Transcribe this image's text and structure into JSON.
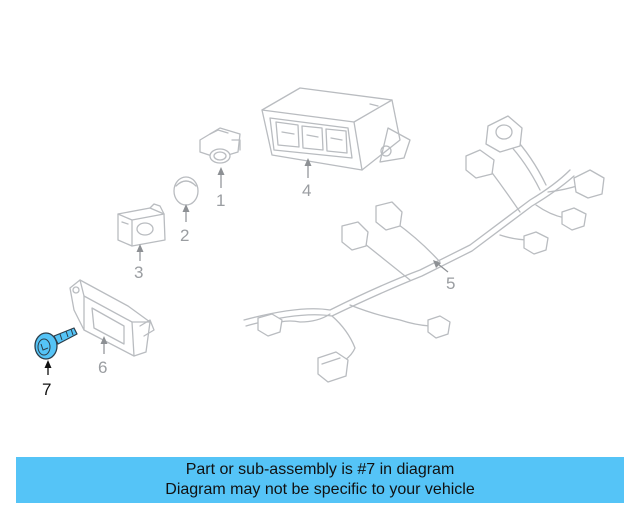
{
  "callouts": {
    "c1": "1",
    "c2": "2",
    "c3": "3",
    "c4": "4",
    "c5": "5",
    "c6": "6",
    "c7": "7"
  },
  "highlight_color": "#55c4f7",
  "banner": {
    "line1": "Part or sub-assembly is #7 in diagram",
    "line2": "Diagram may not be specific to your vehicle"
  }
}
